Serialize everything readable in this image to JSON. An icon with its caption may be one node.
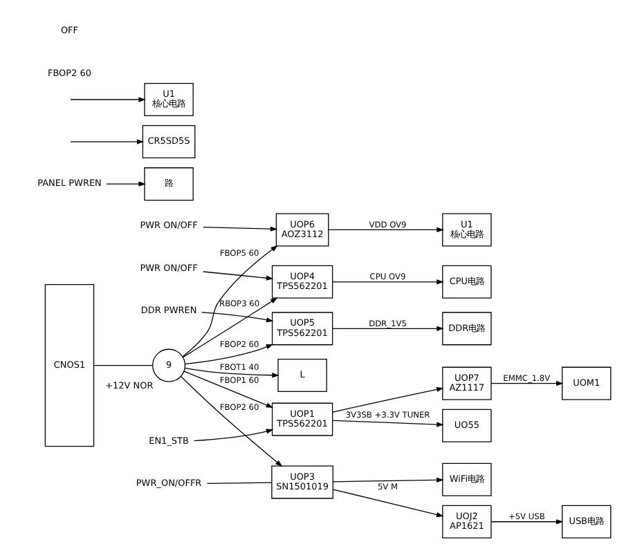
{
  "diagram": {
    "nodes": [
      {
        "text": [
          "CNOS1"
        ]
      },
      {
        "text": [
          "9"
        ],
        "beside": [
          "+12V NOR"
        ]
      },
      {
        "text": [
          "UOP5",
          "TPS562201"
        ]
      },
      {
        "text": [
          "DDR电路"
        ]
      },
      {
        "text": [
          "UOP4",
          "TPS562201"
        ]
      },
      {
        "text": [
          "CPU电路"
        ]
      },
      {
        "text": [
          "UOP6",
          "AOZ3112"
        ]
      },
      {
        "text": [
          "U1",
          "核心电路"
        ]
      },
      {
        "text": [
          "UOP1",
          "TPS562201"
        ]
      },
      {
        "text": [
          "UO55"
        ]
      },
      {
        "text": [
          "UOP7",
          "AZ1117"
        ]
      },
      {
        "text": [
          "UOM1"
        ]
      },
      {
        "text": [
          "UOP3",
          "SN1501019"
        ]
      },
      {
        "text": [
          "UOJ2",
          "AP1621"
        ]
      },
      {
        "text": [
          "USB电路"
        ]
      },
      {
        "text": [
          "WiFi电路"
        ]
      },
      {
        "text": [
          "路"
        ]
      },
      {
        "text": [
          "L"
        ]
      },
      {
        "text": [
          "CR5SD5S"
        ]
      },
      {
        "text": [
          "U1",
          "核心电路"
        ]
      },
      {
        "text": [
          "DDR PWREN"
        ]
      },
      {
        "text": [
          "PWR ON/OFF"
        ]
      },
      {
        "text": [
          "PWR ON/OFF"
        ]
      },
      {
        "text": [
          "EN1_STB"
        ]
      },
      {
        "text": [
          "PWR_ON/OFFR"
        ]
      },
      {
        "text": [
          "PANEL PWREN"
        ]
      }
    ],
    "edges": [
      {
        "from": 0,
        "to": 1,
        "arrow": "none"
      },
      {
        "from": 1,
        "to": 2,
        "arrow": "to",
        "label": "FBOP2 60"
      },
      {
        "from": 2,
        "to": 3,
        "arrow": "to",
        "label": "DDR_1V5"
      },
      {
        "from": 20,
        "to": 2,
        "arrow": "to"
      },
      {
        "from": 1,
        "to": 4,
        "arrow": "to",
        "label": "RBOP3 60"
      },
      {
        "from": 4,
        "to": 5,
        "arrow": "to",
        "label": "CPU OV9"
      },
      {
        "from": 21,
        "to": 4,
        "arrow": "to"
      },
      {
        "from": 1,
        "to": 6,
        "arrow": "to",
        "label": "FBOP5 60"
      },
      {
        "from": 6,
        "to": 7,
        "arrow": "to",
        "label": "VDD OV9"
      },
      {
        "from": 22,
        "to": 6,
        "arrow": "to"
      },
      {
        "from": 1,
        "to": 8,
        "arrow": "to",
        "label": "FBOP1 60"
      },
      {
        "from": 8,
        "to": 9,
        "arrow": "to",
        "label": "3V3SB +3.3V TUNER"
      },
      {
        "from": 23,
        "to": 8,
        "arrow": "to"
      },
      {
        "from": 8,
        "to": 10,
        "arrow": "to"
      },
      {
        "from": 10,
        "to": 11,
        "arrow": "to",
        "label": "EMMC_1.8V"
      },
      {
        "from": 1,
        "to": 12,
        "arrow": "to",
        "label": "FBOP2 60"
      },
      {
        "from": 12,
        "to": 13,
        "arrow": "to",
        "label": "5V M"
      },
      {
        "from": 13,
        "to": 14,
        "arrow": "to",
        "label": "+5V USB"
      },
      {
        "from": 12,
        "to": 15,
        "arrow": "to"
      },
      {
        "from": 24,
        "to": 12,
        "arrow": "none"
      },
      {
        "from": 25,
        "to": 16,
        "arrow": "to"
      },
      {
        "from": 1,
        "to": 17,
        "arrow": "to",
        "label": "FBOT1 40"
      },
      {
        "from": null,
        "to": 18,
        "arrow": "to"
      },
      {
        "from": null,
        "to": 19,
        "arrow": "to"
      }
    ],
    "labels": [
      "FBOP2 60",
      "OFF"
    ]
  }
}
